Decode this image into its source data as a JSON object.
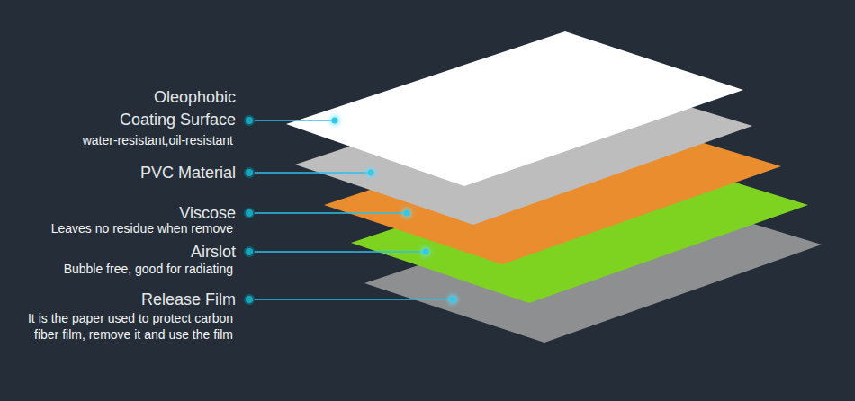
{
  "diagram": {
    "labels": [
      "Oleophobic Coating Surface",
      "water-resistant,oil-resistant",
      "PVC Material",
      "Viscose",
      "Leaves no residue when remove",
      "Airslot",
      "Bubble free, good for radiating",
      "Release Film",
      "It is the paper used to protect carbon fiber film, remove it and use the film"
    ]
  }
}
